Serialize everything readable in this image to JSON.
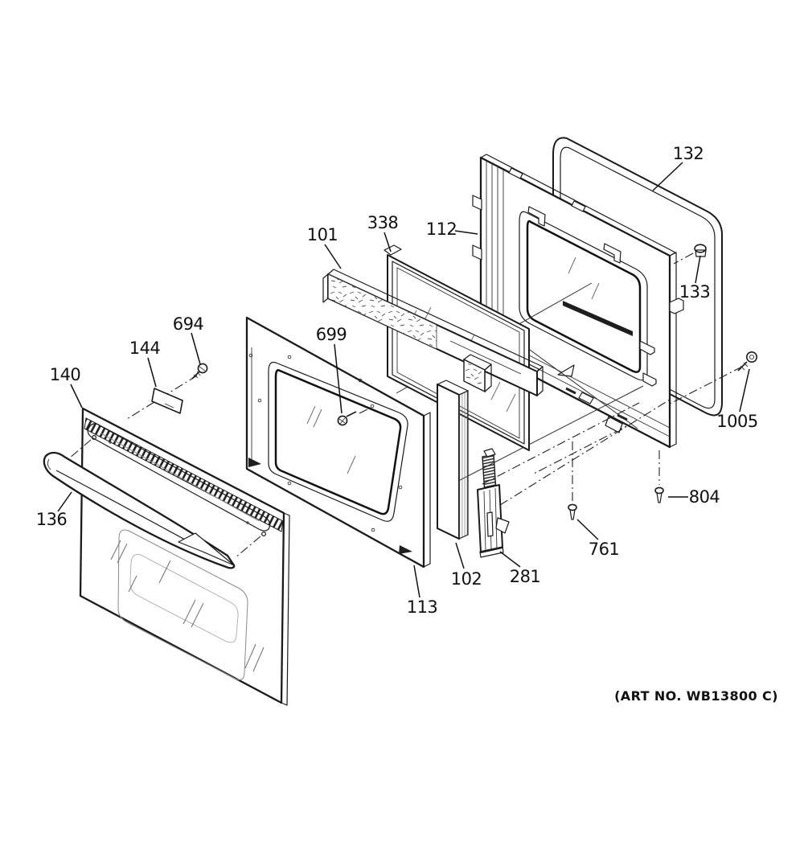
{
  "art_no": "(ART NO. WB13800 C)",
  "colors": {
    "line": "#1b1b1b",
    "background": "#ffffff"
  },
  "callouts": [
    {
      "label": "132"
    },
    {
      "label": "338"
    },
    {
      "label": "101"
    },
    {
      "label": "112"
    },
    {
      "label": "133"
    },
    {
      "label": "694"
    },
    {
      "label": "144"
    },
    {
      "label": "699"
    },
    {
      "label": "140"
    },
    {
      "label": "1005"
    },
    {
      "label": "136"
    },
    {
      "label": "804"
    },
    {
      "label": "761"
    },
    {
      "label": "281"
    },
    {
      "label": "102"
    },
    {
      "label": "113"
    }
  ]
}
